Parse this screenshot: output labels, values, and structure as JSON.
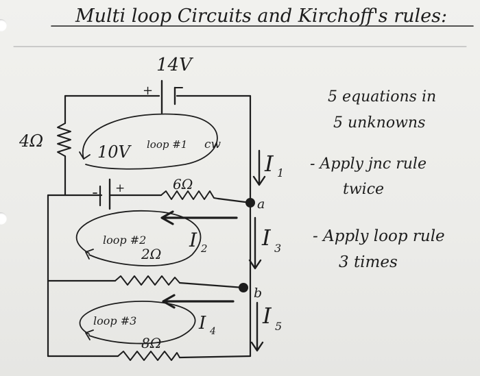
{
  "title": "Multi loop Circuits and Kirchoff's rules:",
  "battery_top_label": "14V",
  "battery_mid_label": "10V",
  "resistors": {
    "left": "4Ω",
    "r6": "6Ω",
    "r2": "2Ω",
    "r8": "8Ω"
  },
  "loops": {
    "loop1": "loop #1",
    "loop1_direction": "cw",
    "loop2": "loop #2",
    "loop3": "loop #3"
  },
  "nodes": {
    "a": "a",
    "b": "b"
  },
  "currents": {
    "i1_letter": "I",
    "i1_sub": "1",
    "i2_letter": "I",
    "i2_sub": "2",
    "i3_letter": "I",
    "i3_sub": "3",
    "i4_letter": "I",
    "i4_sub": "4",
    "i5_letter": "I",
    "i5_sub": "5"
  },
  "polarity": {
    "plus": "+"
  },
  "notes": {
    "line1": "5 equations in",
    "line2": "5 unknowns",
    "line3": "- Apply jnc rule",
    "line4": "twice",
    "line5": "- Apply loop rule",
    "line6": "3 times"
  },
  "colors": {
    "ink": "#1d1d1d",
    "paper": "#efefec"
  }
}
